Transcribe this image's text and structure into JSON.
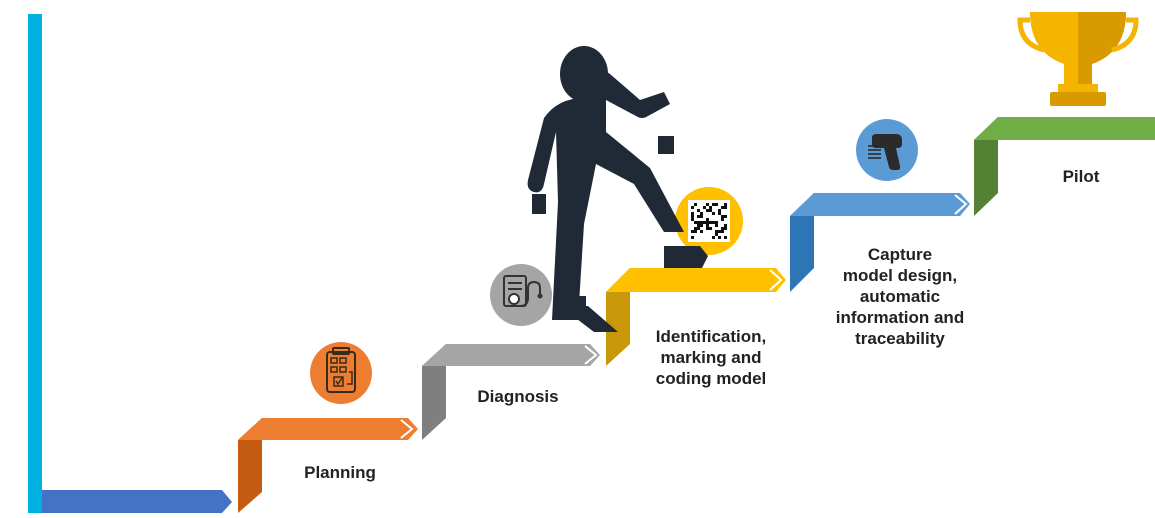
{
  "steps": [
    {
      "label_lines": [
        ""
      ],
      "color": "#4472c4",
      "dark": "#2f5597",
      "icon": "none"
    },
    {
      "label_lines": [
        "Planning"
      ],
      "color": "#ed7d31",
      "dark": "#c55a11",
      "icon": "flowchart-clipboard-icon"
    },
    {
      "label_lines": [
        "Diagnosis"
      ],
      "color": "#a5a5a5",
      "dark": "#7f7f7f",
      "icon": "document-stethoscope-icon"
    },
    {
      "label_lines": [
        "Identification,",
        "marking and",
        "coding model"
      ],
      "color": "#ffc000",
      "dark": "#c9980a",
      "icon": "qr-code-icon"
    },
    {
      "label_lines": [
        "Capture",
        "model design,",
        "automatic",
        "information and",
        "traceability"
      ],
      "color": "#5b9bd5",
      "dark": "#2e75b6",
      "icon": "barcode-scanner-icon"
    },
    {
      "label_lines": [
        "Pilot"
      ],
      "color": "#70ad47",
      "dark": "#548235",
      "icon": "trophy-icon"
    }
  ],
  "colors": {
    "left_bar": "#00b0e0",
    "figure": "#1f2a36",
    "trophy": "#f4b400",
    "trophy_dark": "#d99a00"
  }
}
